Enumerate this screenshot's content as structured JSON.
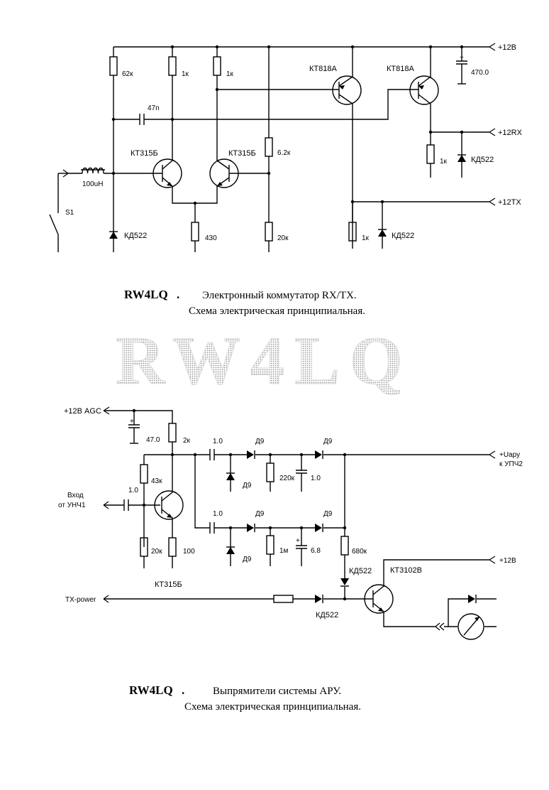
{
  "top": {
    "rails": {
      "p12": "+12В",
      "p12rx": "+12RX",
      "p12tx": "+12TX"
    },
    "res": {
      "r62k": "62к",
      "r1ka": "1к",
      "r1kb": "1к",
      "r62": "6.2к",
      "r20k": "20к",
      "r430": "430",
      "r1krx": "1к",
      "r1ktx": "1к"
    },
    "cap": {
      "c47n": "47n",
      "c470": "470.0"
    },
    "trans": {
      "q1": "КТ315Б",
      "q2": "КТ315Б",
      "q3": "КТ818А",
      "q4": "КТ818А"
    },
    "diode": {
      "d1": "КД522",
      "drx": "КД522",
      "dtx": "КД522"
    },
    "inductor": "100uH",
    "switch": "S1",
    "title_call": "RW4LQ",
    "title_dot": ".",
    "title_line1": "Электронный коммутатор RX/TX.",
    "title_line2": "Схема электрическая принципиальная."
  },
  "watermark": "RW4LQ",
  "bottom": {
    "agc": "+12В AGC",
    "c470": "47.0",
    "r2k": "2к",
    "r43k": "43к",
    "in_line1": "Вход",
    "in_line2": "от УНЧ1",
    "c10in": "1.0",
    "r20k": "20к",
    "r100": "100",
    "q1": "КТ315Б",
    "c10a": "1.0",
    "c10b": "1.0",
    "d9": [
      "Д9",
      "Д9",
      "Д9",
      "Д9",
      "Д9",
      "Д9"
    ],
    "r220k": "220к",
    "c10c": "1.0",
    "r1m": "1м",
    "c68": "6.8",
    "r680k": "680к",
    "out_line1": "+Uару",
    "out_line2": "к УПЧ2",
    "p12": "+12В",
    "q2": "КТ3102В",
    "kd522a": "КД522",
    "kd522b": "КД522",
    "txpower": "TX-power",
    "title_call": "RW4LQ",
    "title_dot": ".",
    "title_line1": "Выпрямители системы АРУ.",
    "title_line2": "Схема электрическая принципиальная."
  }
}
